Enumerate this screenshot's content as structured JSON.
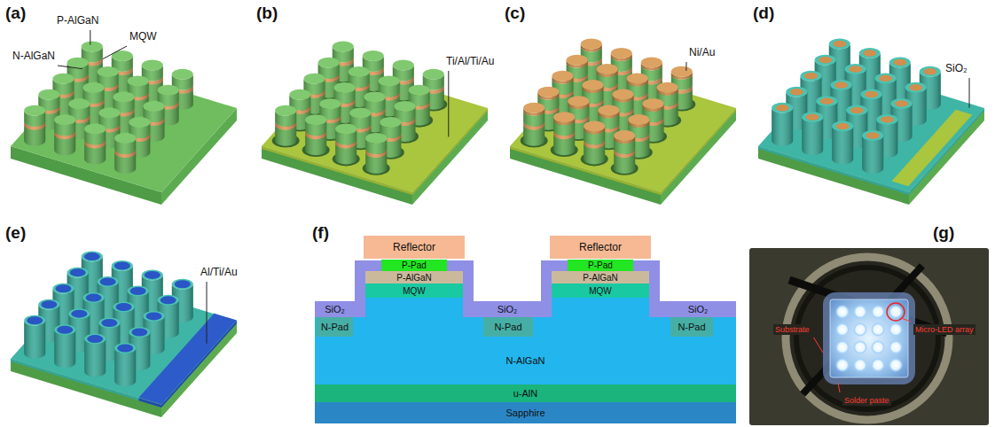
{
  "diagram": {
    "nodes": [
      {
        "text": [
          "Reflector"
        ]
      },
      {
        "text": [
          "Reflector"
        ]
      },
      {
        "text": [
          "P-Pad"
        ]
      },
      {
        "text": [
          "P-Pad"
        ]
      },
      {
        "text": [
          "P-AlGaN"
        ]
      },
      {
        "text": [
          "P-AlGaN"
        ]
      },
      {
        "text": [
          "MQW"
        ]
      },
      {
        "text": [
          "MQW"
        ]
      },
      {
        "text": [
          "N-Pad"
        ]
      },
      {
        "text": [
          "N-Pad"
        ]
      },
      {
        "text": [
          "N-Pad"
        ]
      },
      {
        "text": [
          "N-AlGaN"
        ]
      },
      {
        "text": [
          "u-AlN"
        ]
      },
      {
        "text": [
          "Sapphire"
        ]
      }
    ],
    "labels": [
      "(a)",
      "(b)",
      "(c)",
      "(d)",
      "N-AlGaN",
      "P-AlGaN",
      "MQW",
      "Ti/Al/Ti/Au",
      "Ni/Au",
      "SiO₂",
      "(e)",
      "(f)",
      "(g)",
      "Al/Ti/Au",
      "SiO₂",
      "SiO₂",
      "SiO₂",
      "Substrate",
      "Micro-LED array",
      "Solder paste"
    ]
  }
}
